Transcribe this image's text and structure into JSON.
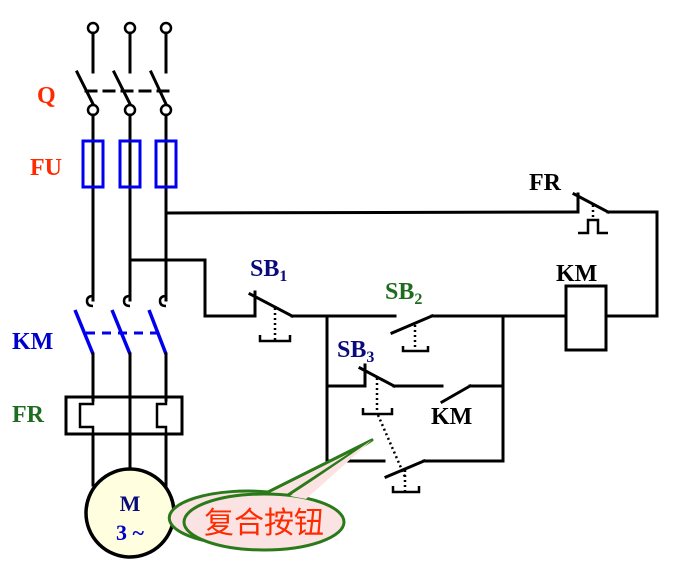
{
  "diagram": {
    "title": "Motor forward control circuit with compound pushbutton",
    "colors": {
      "red_label": "#ff2a00",
      "blue_label": "#0000cc",
      "navy_label": "#0a0a7a",
      "green_label": "#1f6b1f",
      "fuse_blue": "#0000ee",
      "motor_fill": "#ffffe0",
      "callout_fill": "#fbe3e3",
      "callout_border": "#2a7a1a",
      "callout_text": "#ff2a00"
    },
    "labels": {
      "q": "Q",
      "fu": "FU",
      "km_main": "KM",
      "fr_main": "FR",
      "motor_m": "M",
      "motor_phase": "3 ~",
      "fr_contact": "FR",
      "km_coil": "KM",
      "sb1": "SB",
      "sb1_sub": "1",
      "sb2": "SB",
      "sb2_sub": "2",
      "sb3": "SB",
      "sb3_sub": "3",
      "km_aux": "KM",
      "callout": "复合按钮"
    }
  }
}
